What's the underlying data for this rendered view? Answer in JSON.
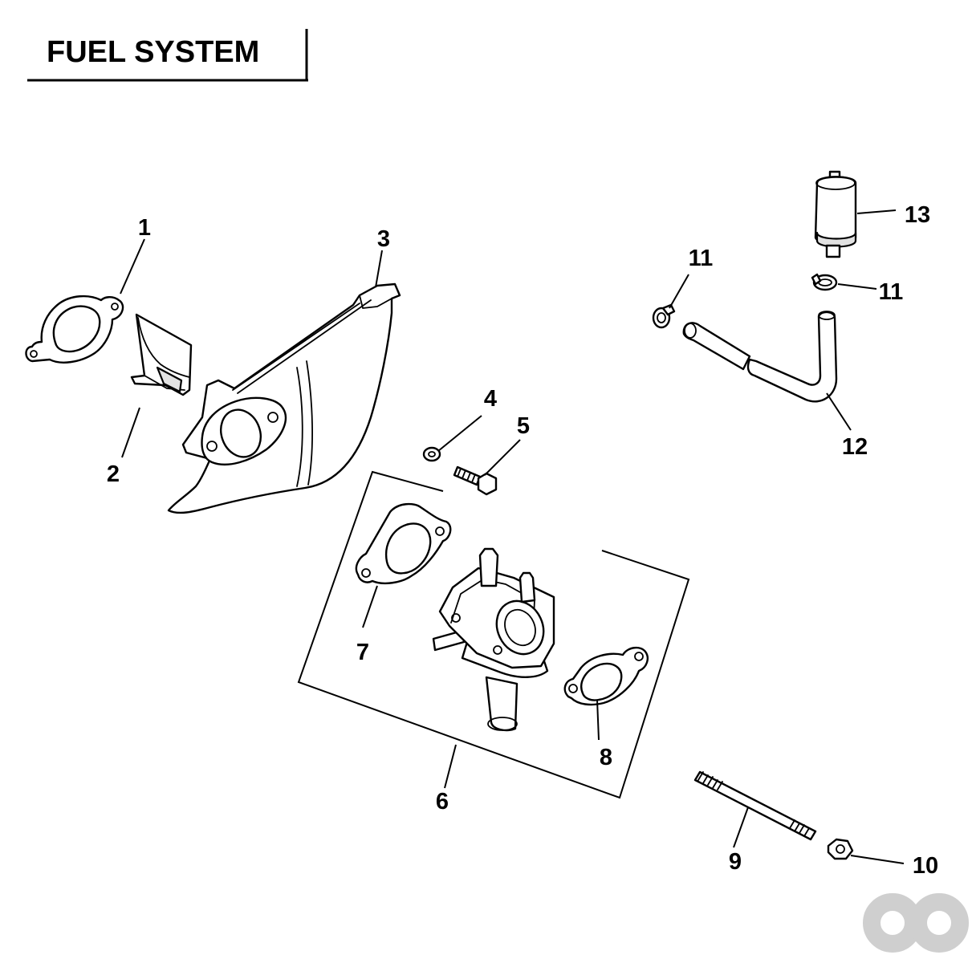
{
  "title": "FUEL SYSTEM",
  "callouts": {
    "c1": "1",
    "c2": "2",
    "c3": "3",
    "c4": "4",
    "c5": "5",
    "c6": "6",
    "c7": "7",
    "c8": "8",
    "c9": "9",
    "c10": "10",
    "c11a": "11",
    "c11b": "11",
    "c12": "12",
    "c13": "13"
  },
  "colors": {
    "line": "#000000",
    "shade": "#e2e2e2",
    "watermark": "#cfcfcf"
  }
}
